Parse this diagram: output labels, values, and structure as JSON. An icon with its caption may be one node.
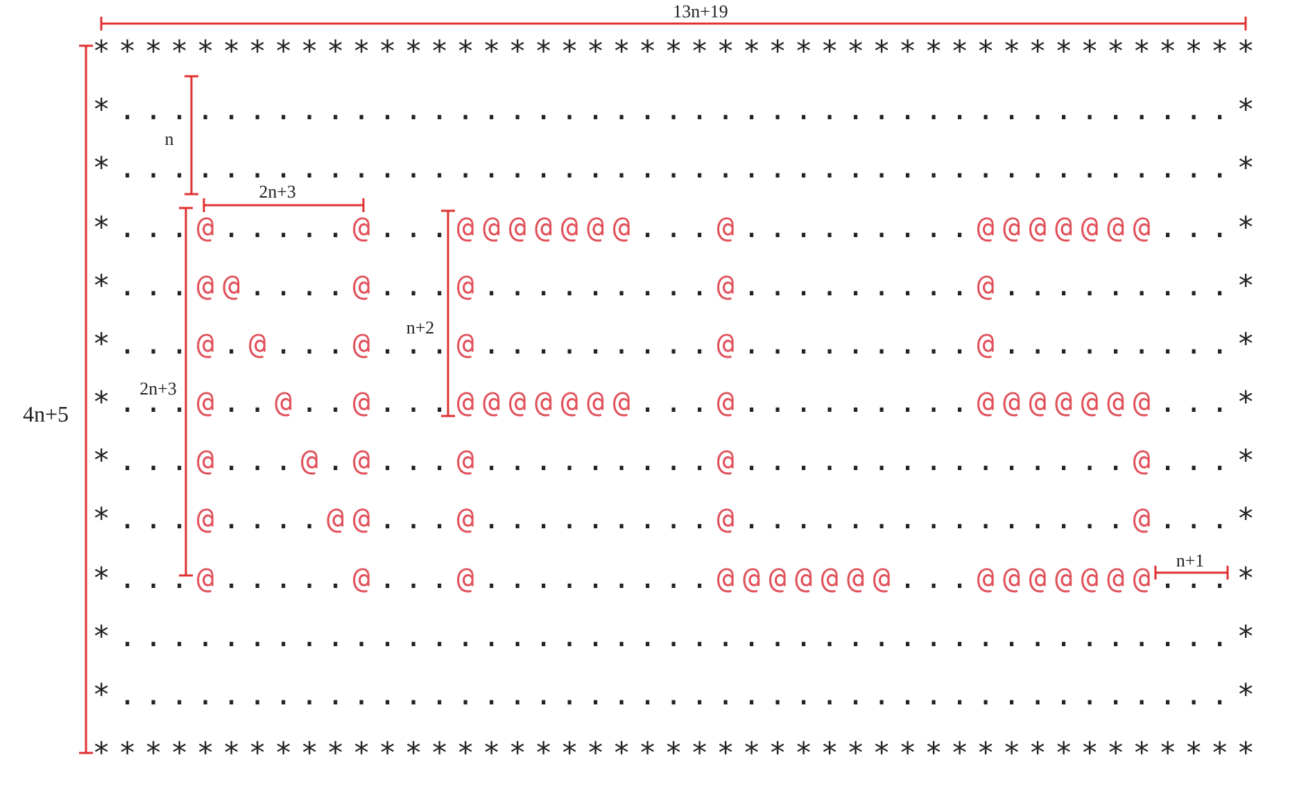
{
  "diagram": {
    "labels": [
      "13n+19",
      "4n+5",
      "n",
      "2n+3",
      "n+2",
      "2n+3",
      "n+1",
      "*********************************************",
      "*...........................................*",
      "*...........................................*",
      "*...@.....@...@@@@@@@...@.........@@@@@@@...*",
      "*...@@....@...@.........@.........@.........*",
      "*...@.@...@...@.........@.........@.........*",
      "*...@..@..@...@@@@@@@...@.........@@@@@@@...*",
      "*...@...@.@...@.........@...............@...*",
      "*...@....@@...@.........@...............@...*",
      "*...@.....@...@.........@@@@@@@...@@@@@@@...*",
      "*...........................................*",
      "*...........................................*",
      "*********************************************"
    ]
  }
}
